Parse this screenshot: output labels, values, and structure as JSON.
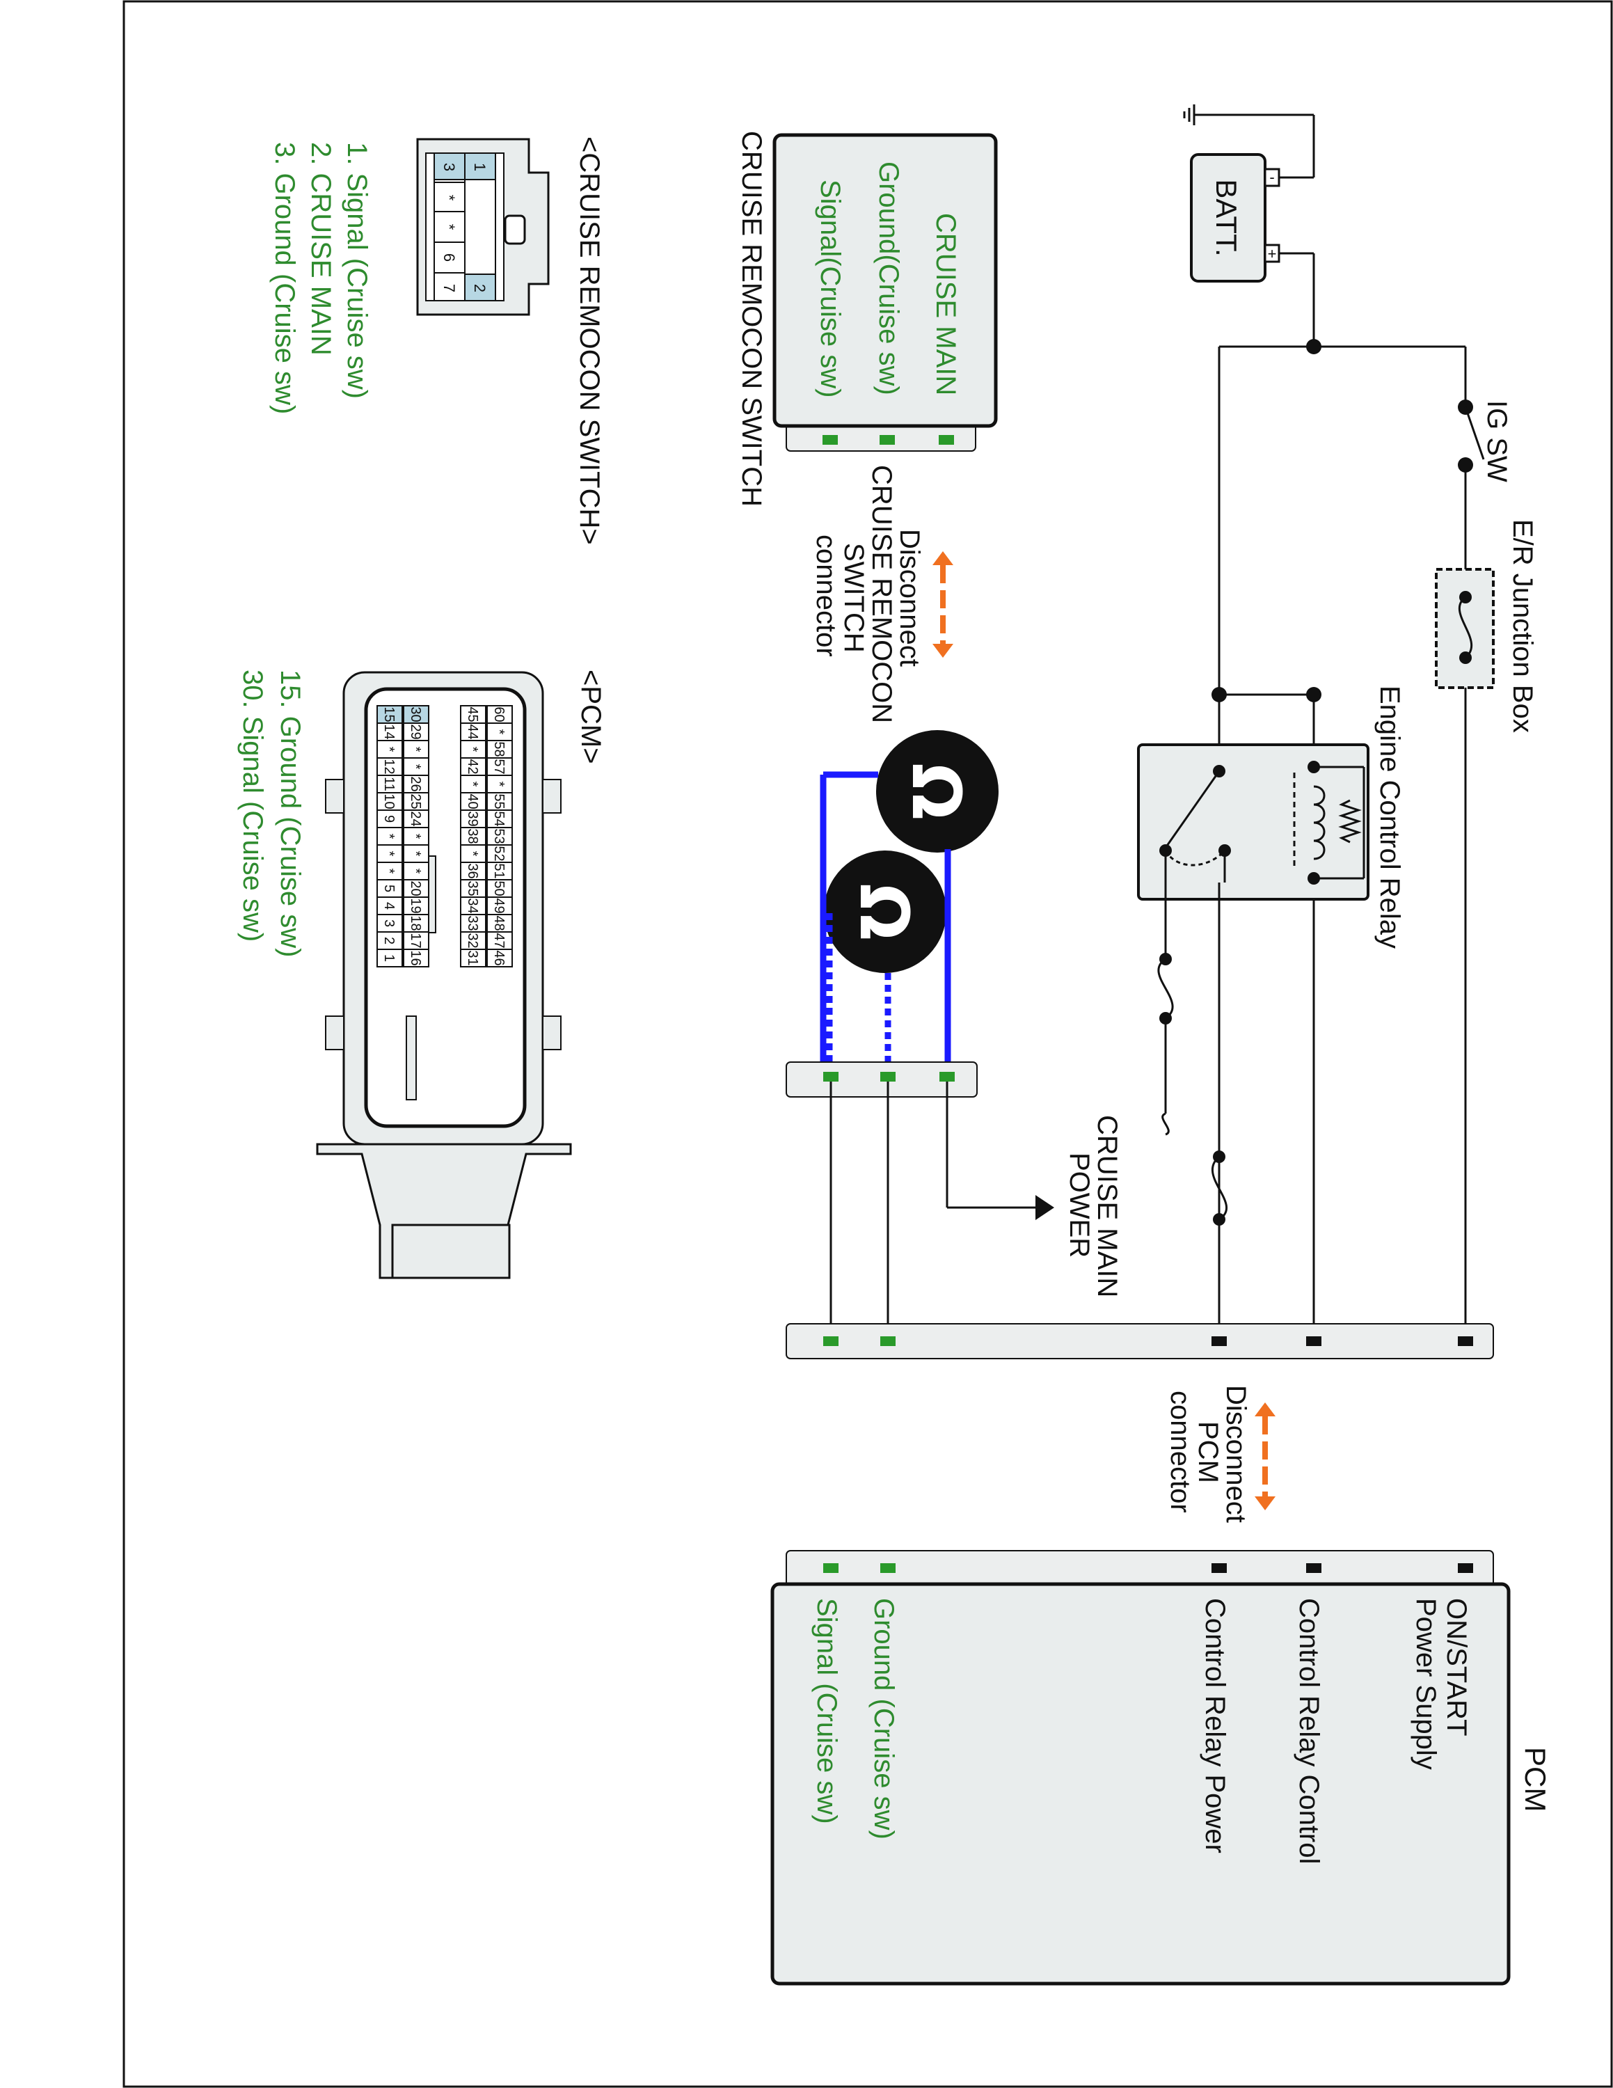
{
  "battery": {
    "label": "BATT.",
    "minus": "-",
    "plus": "+"
  },
  "ig_switch": {
    "label": "IG SW"
  },
  "junction_box": {
    "label": "E/R Junction Box"
  },
  "relay": {
    "label": "Engine Control Relay"
  },
  "cruise_switch_module": {
    "title": "CRUISE REMOCON SWITCH",
    "pins": [
      "CRUISE MAIN",
      "Ground(Cruise sw)",
      "Signal(Cruise sw)"
    ]
  },
  "switch_disconnect": {
    "line1": "Disconnect",
    "line2": "CRUISE REMOCON",
    "line3": "SWITCH",
    "line4": "connector"
  },
  "cruise_main_power": {
    "line1": "CRUISE MAIN",
    "line2": "POWER"
  },
  "pcm_disconnect": {
    "line1": "Disconnect",
    "line2": "PCM",
    "line3": "connector"
  },
  "pcm_module": {
    "title": "PCM",
    "pins": [
      "ON/START",
      "Power Supply",
      "Control Relay Control",
      "Control Relay Power",
      "Ground (Cruise sw)",
      "Signal (Cruise sw)"
    ]
  },
  "switch_connector": {
    "title": "<CRUISE REMOCON SWITCH>",
    "top_row": [
      "1",
      "",
      "",
      "",
      "2"
    ],
    "bottom_row": [
      "3",
      "*",
      "*",
      "6",
      "7"
    ],
    "legend": [
      "1. Signal (Cruise sw)",
      "2. CRUISE MAIN",
      "3. Ground (Cruise sw)"
    ]
  },
  "pcm_connector": {
    "title": "<PCM>",
    "row1": [
      "60",
      "*",
      "58",
      "57",
      "*",
      "55",
      "54",
      "53",
      "52",
      "51",
      "50",
      "49",
      "48",
      "47",
      "46"
    ],
    "row2": [
      "45",
      "44",
      "*",
      "42",
      "*",
      "40",
      "39",
      "38",
      "*",
      "36",
      "35",
      "34",
      "33",
      "32",
      "31"
    ],
    "row3": [
      "30",
      "29",
      "*",
      "*",
      "26",
      "25",
      "24",
      "*",
      "*",
      "*",
      "20",
      "19",
      "18",
      "17",
      "16"
    ],
    "row4": [
      "15",
      "14",
      "*",
      "12",
      "11",
      "10",
      "9",
      "*",
      "*",
      "*",
      "5",
      "4",
      "3",
      "2",
      "1"
    ],
    "legend": [
      "15. Ground (Cruise sw)",
      "30. Signal (Cruise sw)"
    ]
  },
  "ohmmeter": {
    "symbol": "Ω"
  },
  "colors": {
    "signal_text": "#2e8b2e",
    "meter_wire": "#1a1aff",
    "arrow": "#f07020"
  }
}
